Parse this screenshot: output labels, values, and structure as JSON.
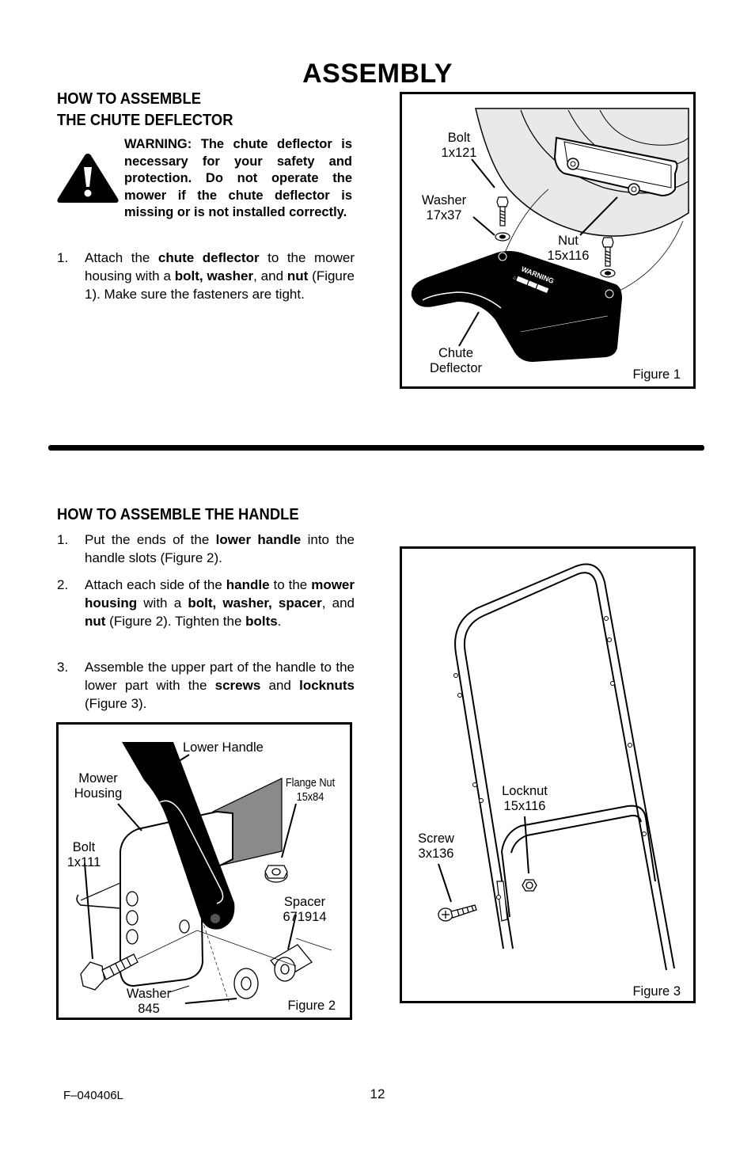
{
  "page_title": "ASSEMBLY",
  "chute": {
    "heading_line1": "HOW TO ASSEMBLE",
    "heading_line2": "THE CHUTE DEFLECTOR",
    "warning": "WARNING: The chute deflector is necessary for your safety and protection. Do not operate the mower if the chute deflector is missing or is not installed correctly.",
    "step1": {
      "num": "1.",
      "t1": "Attach the ",
      "b1": "chute deflector",
      "t2": " to the mower housing with a ",
      "b2": "bolt, washer",
      "t3": ", and ",
      "b3": "nut",
      "t4": " (Figure 1). Make sure the fasteners are tight."
    }
  },
  "figure1": {
    "caption": "Figure 1",
    "bolt_label": "Bolt",
    "bolt_size": "1x121",
    "washer_label": "Washer",
    "washer_size": "17x37",
    "nut_label": "Nut",
    "nut_size": "15x116",
    "chute_label1": "Chute",
    "chute_label2": "Deflector",
    "decal_text": "WARNING"
  },
  "handle": {
    "heading": "HOW TO ASSEMBLE THE HANDLE",
    "step1": {
      "num": "1.",
      "t1": "Put the ends of the ",
      "b1": "lower handle",
      "t2": " into the handle slots (Figure 2)."
    },
    "step2": {
      "num": "2.",
      "t1": "Attach each side of the ",
      "b1": "handle",
      "t2": " to the ",
      "b2": "mower housing",
      "t3": " with a ",
      "b3": "bolt, washer, spacer",
      "t4": ", and ",
      "b4": "nut",
      "t5": " (Figure 2). Tighten the ",
      "b5": "bolts",
      "t6": "."
    },
    "step3": {
      "num": "3.",
      "t1": "Assemble the upper part of the handle to the lower part with the ",
      "b1": "screws",
      "t2": " and ",
      "b2": "locknuts",
      "t3": " (Figure 3)."
    }
  },
  "figure2": {
    "caption": "Figure 2",
    "lower_handle": "Lower Handle",
    "mower_housing1": "Mower",
    "mower_housing2": "Housing",
    "flange_nut": "Flange Nut",
    "flange_nut_size": "15x84",
    "bolt": "Bolt",
    "bolt_size": "1x111",
    "spacer": "Spacer",
    "spacer_size": "671914",
    "washer": "Washer",
    "washer_size": "845"
  },
  "figure3": {
    "caption": "Figure 3",
    "locknut": "Locknut",
    "locknut_size": "15x116",
    "screw": "Screw",
    "screw_size": "3x136"
  },
  "footer": {
    "doc_code": "F–040406L",
    "page_number": "12"
  }
}
